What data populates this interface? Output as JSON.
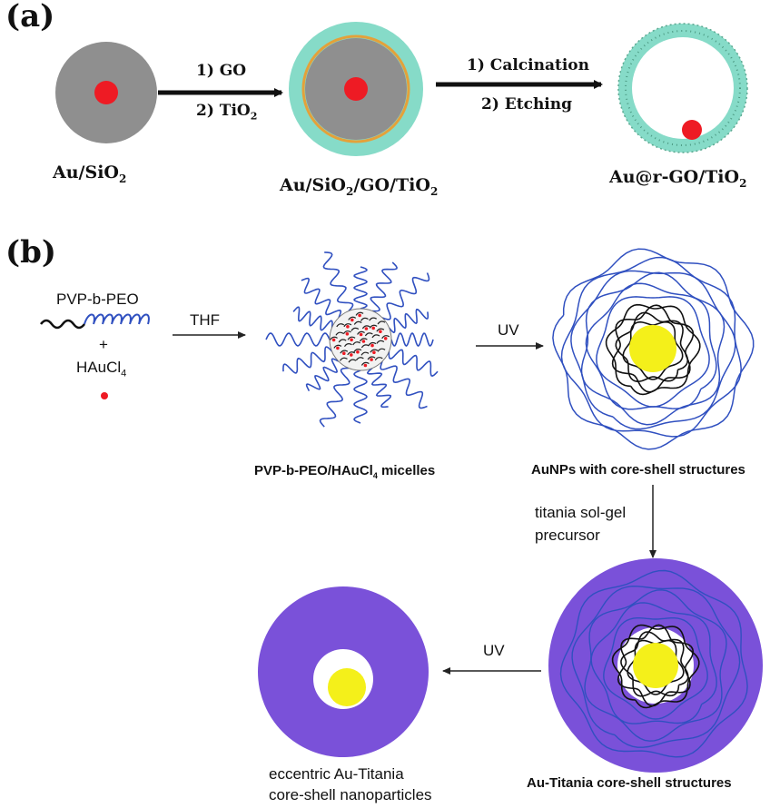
{
  "colors": {
    "silica": "#8f8f8f",
    "gold_red": "#ee1b24",
    "titania_a": "#86dbc8",
    "go_ring": "#e4a13a",
    "gold_yellow": "#f4f01a",
    "titania_b": "#7a51d9",
    "polymer": "#3050c0"
  },
  "panel_a": {
    "label": "(a)",
    "step1": {
      "line1": "1) GO",
      "line2_base": "2) TiO",
      "line2_sub": "2"
    },
    "step2": {
      "line1": "1) Calcination",
      "line2": "2) Etching"
    },
    "names": {
      "n1_base": "Au/SiO",
      "n1_sub": "2",
      "n2_base": "Au/SiO",
      "n2_sub": "2",
      "n2_tail": "/GO/TiO",
      "n2_sub2": "2",
      "n3_base": "Au@r-GO/TiO",
      "n3_sub": "2"
    }
  },
  "panel_b": {
    "label": "(b)",
    "reagent1": "PVP-b-PEO",
    "plus": "+",
    "reagent2_base": "HAuCl",
    "reagent2_sub": "4",
    "arrow1": "THF",
    "arrow2": "UV",
    "arrow3_line1": "titania sol-gel",
    "arrow3_line2": "precursor",
    "arrow4": "UV",
    "cap_micelles_base": "PVP-b-PEO/HAuCl",
    "cap_micelles_sub": "4",
    "cap_micelles_tail": " micelles",
    "cap_aunps": "AuNPs with core-shell structures",
    "cap_au_titania": "Au-Titania core-shell structures",
    "cap_eccentric_line1": "eccentric Au-Titania",
    "cap_eccentric_line2": "core-shell nanoparticles"
  }
}
